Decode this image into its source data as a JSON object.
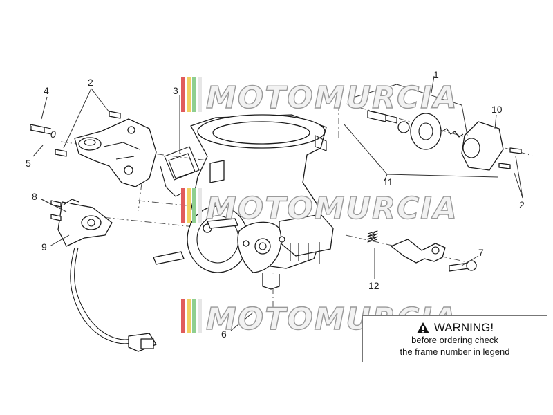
{
  "watermark": {
    "text": "MOTOMURCIA",
    "stripe_colors": [
      "#e15b5b",
      "#f0d060",
      "#8fcf8f",
      "#e6e6e6"
    ]
  },
  "callouts": [
    "1",
    "2",
    "3",
    "4",
    "5",
    "0",
    "6",
    "7",
    "8",
    "9",
    "10",
    "11",
    "2",
    "12"
  ],
  "warning": {
    "title": "WARNING!",
    "line1": "before ordering check",
    "line2": "the frame number in legend"
  }
}
